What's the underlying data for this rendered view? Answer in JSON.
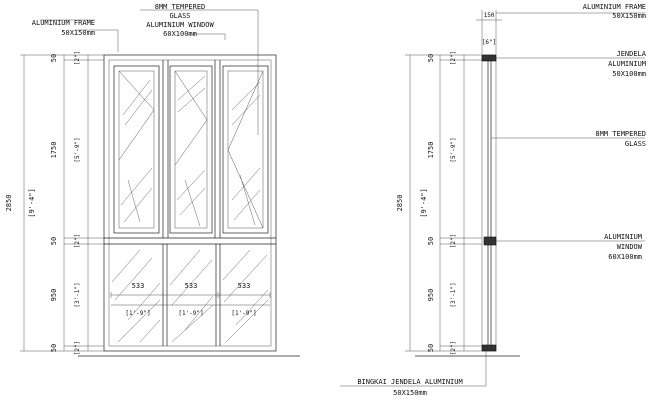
{
  "front_labels": {
    "aluminium_frame": [
      "ALUMINIUM FRAME",
      "50X150mm"
    ],
    "tempered_glass_window": [
      "8MM TEMPERED",
      "GLASS",
      "ALUMINIUM WINDOW",
      "60X100mm"
    ]
  },
  "front_dims": {
    "overall": "2850",
    "overall_ft": "[9'-4\"]",
    "top": "50",
    "top_ft": "[2\"]",
    "upper": "1750",
    "upper_ft": "[5'-9\"]",
    "mid": "50",
    "mid_ft": "[2\"]",
    "lower": "950",
    "lower_ft": "[3'-1\"]",
    "bottom": "50",
    "bottom_ft": "[2\"]",
    "panel_widths": [
      "533",
      "533",
      "533"
    ],
    "panel_widths_ft": [
      "[1'-9\"]",
      "[1'-9\"]",
      "[1'-9\"]"
    ]
  },
  "side_labels": {
    "aluminium_frame_top": [
      "ALUMINIUM FRAME",
      "50X150mm"
    ],
    "jendela": [
      "JENDELA",
      "ALUMINIUM",
      "50X100mm"
    ],
    "tempered_glass": [
      "8MM TEMPERED",
      "GLASS"
    ],
    "aluminium_window": [
      "ALUMINIUM",
      "WINDOW",
      "60X100mm"
    ],
    "bingkai": [
      "BINGKAI JENDELA ALUMINIUM",
      "50X150mm"
    ]
  },
  "side_dims": {
    "depth": "150",
    "depth_ft": "[6\"]",
    "overall": "2850",
    "overall_ft": "[9'-4\"]",
    "top": "50",
    "top_ft": "[2\"]",
    "upper": "1750",
    "upper_ft": "[5'-9\"]",
    "mid": "50",
    "mid_ft": "[2\"]",
    "lower": "950",
    "lower_ft": "[3'-1\"]",
    "bottom": "50",
    "bottom_ft": "[2\"]"
  }
}
